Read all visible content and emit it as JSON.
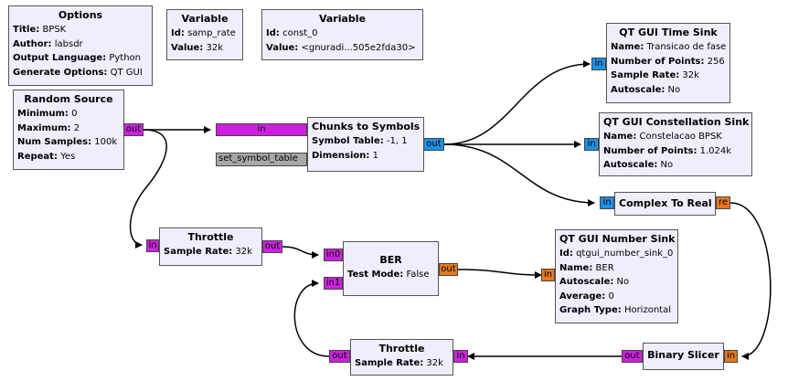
{
  "blocks": {
    "options": {
      "title": "Options",
      "rows": [
        {
          "k": "Title:",
          "v": "BPSK"
        },
        {
          "k": "Author:",
          "v": "labsdr"
        },
        {
          "k": "Output Language:",
          "v": "Python"
        },
        {
          "k": "Generate Options:",
          "v": "QT GUI"
        }
      ]
    },
    "var_samp": {
      "title": "Variable",
      "rows": [
        {
          "k": "Id:",
          "v": "samp_rate"
        },
        {
          "k": "Value:",
          "v": "32k"
        }
      ]
    },
    "var_const": {
      "title": "Variable",
      "rows": [
        {
          "k": "Id:",
          "v": "const_0"
        },
        {
          "k": "Value:",
          "v": "<gnuradi...505e2fda30>"
        }
      ]
    },
    "random_source": {
      "title": "Random Source",
      "rows": [
        {
          "k": "Minimum:",
          "v": "0"
        },
        {
          "k": "Maximum:",
          "v": "2"
        },
        {
          "k": "Num Samples:",
          "v": "100k"
        },
        {
          "k": "Repeat:",
          "v": "Yes"
        }
      ]
    },
    "chunks": {
      "title": "Chunks to Symbols",
      "rows": [
        {
          "k": "Symbol Table:",
          "v": "-1, 1"
        },
        {
          "k": "Dimension:",
          "v": "1"
        }
      ]
    },
    "time_sink": {
      "title": "QT GUI Time Sink",
      "rows": [
        {
          "k": "Name:",
          "v": "Transicao de fase"
        },
        {
          "k": "Number of Points:",
          "v": "256"
        },
        {
          "k": "Sample Rate:",
          "v": "32k"
        },
        {
          "k": "Autoscale:",
          "v": "No"
        }
      ]
    },
    "const_sink": {
      "title": "QT GUI Constellation Sink",
      "rows": [
        {
          "k": "Name:",
          "v": "Constelacao BPSK"
        },
        {
          "k": "Number of Points:",
          "v": "1.024k"
        },
        {
          "k": "Autoscale:",
          "v": "No"
        }
      ]
    },
    "c2r": {
      "title": "Complex To Real",
      "rows": []
    },
    "throttle1": {
      "title": "Throttle",
      "rows": [
        {
          "k": "Sample Rate:",
          "v": "32k"
        }
      ]
    },
    "ber": {
      "title": "BER",
      "rows": [
        {
          "k": "Test Mode:",
          "v": "False"
        }
      ]
    },
    "number_sink": {
      "title": "QT GUI Number Sink",
      "rows": [
        {
          "k": "Id:",
          "v": "qtgui_number_sink_0"
        },
        {
          "k": "Name:",
          "v": "BER"
        },
        {
          "k": "Autoscale:",
          "v": "No"
        },
        {
          "k": "Average:",
          "v": "0"
        },
        {
          "k": "Graph Type:",
          "v": "Horizontal"
        }
      ]
    },
    "throttle2": {
      "title": "Throttle",
      "rows": [
        {
          "k": "Sample Rate:",
          "v": "32k"
        }
      ]
    },
    "slicer": {
      "title": "Binary Slicer",
      "rows": []
    }
  },
  "ports": {
    "rs_out": "out",
    "chunks_in": "in",
    "chunks_set": "set_symbol_table",
    "chunks_out": "out",
    "time_in": "in",
    "const_in": "in",
    "c2r_in": "in",
    "c2r_out": "re",
    "thr1_in": "in",
    "thr1_out": "out",
    "ber_in0": "in0",
    "ber_in1": "in1",
    "ber_out": "out",
    "num_in": "in",
    "thr2_out": "out",
    "thr2_in": "in",
    "slicer_out": "out",
    "slicer_in": "in"
  },
  "colors": {
    "block_bg": "#f0eefc",
    "complex_port": "#1e90e6",
    "byte_port": "#cc22dd",
    "float_port": "#e6781e",
    "message_port": "#a8a8a8"
  }
}
